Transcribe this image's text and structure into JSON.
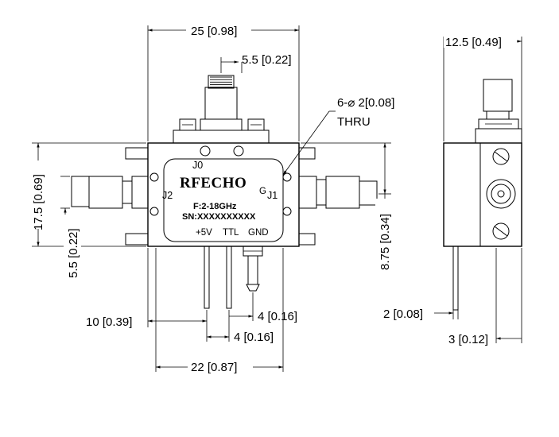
{
  "labels": {
    "brand": "RFECHO",
    "freq": "F:2-18GHz",
    "serial": "SN:XXXXXXXXXX",
    "pin_5v": "+5V",
    "pin_ttl": "TTL",
    "pin_gnd": "GND",
    "port_j0": "J0",
    "port_j1": "J1",
    "port_j2": "J2",
    "g_mark": "G"
  },
  "dimensions": {
    "width_top": "25 [0.98]",
    "connector_offset": "5.5 [0.22]",
    "holes": "6-⌀ 2[0.08]",
    "holes_thru": "THRU",
    "height_left": "17.5 [0.69]",
    "side_port_offset": "5.5 [0.22]",
    "half_height": "8.75 [0.34]",
    "pin_offset": "10 [0.39]",
    "pin_pitch_a": "4 [0.16]",
    "pin_pitch_b": "4 [0.16]",
    "width_bottom": "22 [0.87]",
    "side_depth": "12.5 [0.49]",
    "side_pin_a": "2 [0.08]",
    "side_pin_b": "3 [0.12]"
  }
}
